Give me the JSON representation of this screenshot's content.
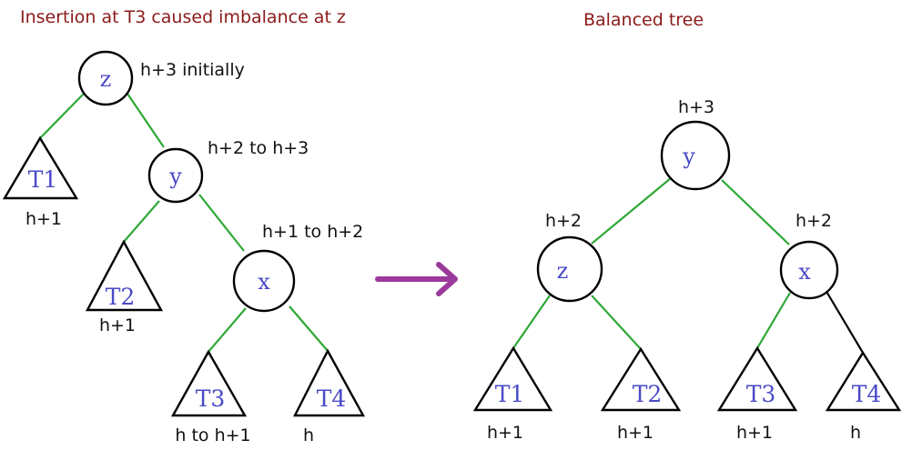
{
  "left": {
    "title": "Insertion at T3 caused imbalance at z",
    "nodes": {
      "z": {
        "label": "z",
        "height": "h+3 initially"
      },
      "y": {
        "label": "y",
        "height": "h+2 to h+3"
      },
      "x": {
        "label": "x",
        "height": "h+1 to h+2"
      }
    },
    "subtrees": {
      "T1": {
        "label": "T1",
        "height": "h+1"
      },
      "T2": {
        "label": "T2",
        "height": "h+1"
      },
      "T3": {
        "label": "T3",
        "height": "h to h+1"
      },
      "T4": {
        "label": "T4",
        "height": "h"
      }
    }
  },
  "right": {
    "title": "Balanced tree",
    "nodes": {
      "y": {
        "label": "y",
        "height": "h+3"
      },
      "z": {
        "label": "z",
        "height": "h+2"
      },
      "x": {
        "label": "x",
        "height": "h+2"
      }
    },
    "subtrees": {
      "T1": {
        "label": "T1",
        "height": "h+1"
      },
      "T2": {
        "label": "T2",
        "height": "h+1"
      },
      "T3": {
        "label": "T3",
        "height": "h+1"
      },
      "T4": {
        "label": "T4",
        "height": "h"
      }
    }
  },
  "colors": {
    "title": "#8b1a1a",
    "edge": "#2ea836",
    "arrow": "#9b3a9b",
    "node_label": "#4a4ac8"
  }
}
